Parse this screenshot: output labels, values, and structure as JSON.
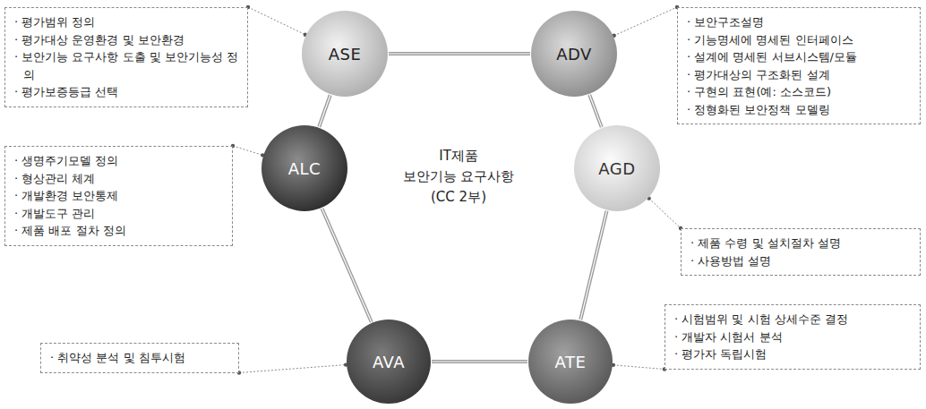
{
  "diagram": {
    "nodes": [
      {
        "text": [
          "· 평가범위 정의",
          "· 평가대상 운영환경 및 보안환경",
          "· 보안기능 요구사항 도출 및 보안기능성 정의",
          "· 평가보증등급 선택"
        ]
      },
      {
        "text": [
          "ASE"
        ]
      },
      {
        "text": [
          "ADV"
        ]
      },
      {
        "text": [
          "· 보안구조설명",
          "· 기능명세에 명세된 인터페이스",
          "· 설계에 명세된 서브시스템/모듈",
          "· 평가대상의 구조화된 설계",
          "· 구현의 표현(예: 소스코드)",
          "· 정형화된 보안정책 모델링"
        ]
      },
      {
        "text": [
          "· 생명주기모델 정의",
          "· 형상관리 체계",
          "· 개발환경 보안통제",
          "· 개발도구 관리",
          "· 제품 배포 절차 정의"
        ]
      },
      {
        "text": [
          "ALC"
        ]
      },
      {
        "text": [
          "AGD"
        ]
      },
      {
        "text": [
          "· 제품 수령 및 설치절차 설명",
          "· 사용방법 설명"
        ]
      },
      {
        "text": [
          "· 취약성 분석 및 침투시험"
        ]
      },
      {
        "text": [
          "AVA"
        ]
      },
      {
        "text": [
          "ATE"
        ]
      },
      {
        "text": [
          "· 시험범위 및 시험 상세수준 결정",
          "· 개발자 시험서 분석",
          "· 평가자 독립시험"
        ]
      }
    ],
    "edges": [
      {
        "from": 1,
        "to": 2,
        "arrow": "none"
      },
      {
        "from": 2,
        "to": 6,
        "arrow": "none"
      },
      {
        "from": 6,
        "to": 10,
        "arrow": "none"
      },
      {
        "from": 10,
        "to": 9,
        "arrow": "none"
      },
      {
        "from": 9,
        "to": 5,
        "arrow": "none"
      },
      {
        "from": 5,
        "to": 1,
        "arrow": "none"
      },
      {
        "from": 0,
        "to": 1,
        "arrow": "none"
      },
      {
        "from": 2,
        "to": 3,
        "arrow": "none"
      },
      {
        "from": 4,
        "to": 5,
        "arrow": "none"
      },
      {
        "from": 6,
        "to": 7,
        "arrow": "none"
      },
      {
        "from": 8,
        "to": 9,
        "arrow": "none"
      },
      {
        "from": 10,
        "to": 11,
        "arrow": "none"
      }
    ],
    "labels": [
      "IT제품",
      "보안기능 요구사항",
      "(CC 2부)"
    ]
  }
}
